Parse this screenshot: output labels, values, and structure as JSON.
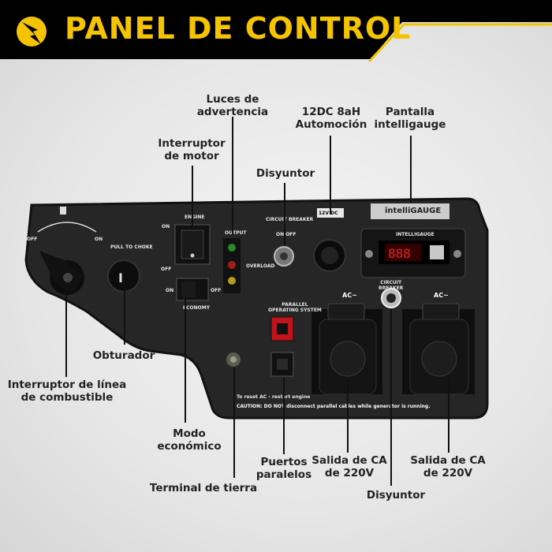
{
  "header": {
    "title": "PANEL DE CONTROL",
    "logo_icon": "lightning-bolt-logo-icon",
    "accent_color": "#f5c400",
    "bar_color": "#000000"
  },
  "labels": {
    "luces_advertencia": "Luces de\nadvertencia",
    "dc_12v": "12DC 8aH\nAutomoción",
    "pantalla": "Pantalla\nintelligauge",
    "interruptor_motor": "Interruptor\nde motor",
    "disyuntor_top": "Disyuntor",
    "obturador": "Obturador",
    "combustible": "Interruptor de línea\nde combustible",
    "modo_economico": "Modo\neconómico",
    "terminal_tierra": "Terminal de tierra",
    "puertos_paralelos": "Puertos\nparalelos",
    "salida_ca_1": "Salida de CA\nde 220V",
    "salida_ca_2": "Salida de CA\nde 220V",
    "disyuntor_bottom": "Disyuntor"
  },
  "panel": {
    "off": "OFF",
    "on": "ON",
    "pull_to_choke": "PULL TO CHOKE",
    "engine": "ENGINE",
    "economy": "ECONOMY",
    "output": "OUTPUT",
    "overload": "OVERLOAD",
    "circuit_breaker": "CIRCUIT BREAKER",
    "circuit_breaker_2": "CIRCUIT\nBREAKER",
    "on_off_small": "ON   OFF",
    "dc_badge": "12V DC",
    "intelligauge_logo_a": "intelli",
    "intelligauge_logo_b": "GAUGE",
    "intelligauge_small": "INTELLIGAUGE",
    "parallel_system": "PARALLEL\nOPERATING SYSTEM",
    "ac_label": "AC~",
    "reset_note": "To reset AC - restart engine",
    "caution": "CAUTION: DO NOT disconnect parallel cables while generator is running."
  }
}
